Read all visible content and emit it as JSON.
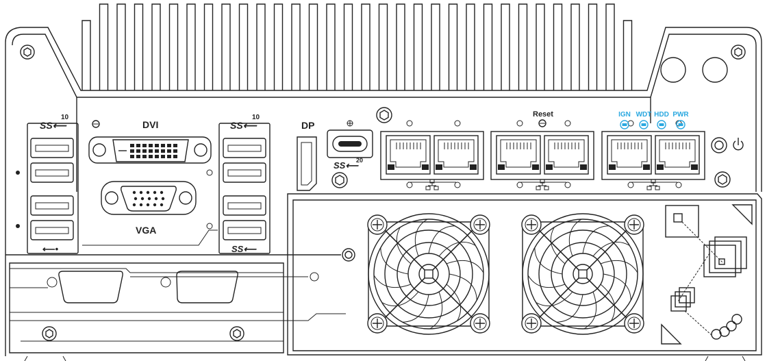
{
  "labels": {
    "dvi": "DVI",
    "vga": "VGA",
    "dp": "DP",
    "reset": "Reset",
    "usb_speed_10_left": "10",
    "usb_speed_10_right": "10",
    "usb_speed_20": "20"
  },
  "leds": [
    {
      "label": "IGN"
    },
    {
      "label": "WDT"
    },
    {
      "label": "HDD"
    },
    {
      "label": "PWR"
    }
  ],
  "colors": {
    "led_accent": "#2aa8e0",
    "line": "#222222",
    "background": "#ffffff"
  },
  "icons": {
    "usb_superspeed": "ss-usb-icon",
    "usb_standard": "usb-icon",
    "lan": "network-icon",
    "power": "power-icon",
    "screw": "hex-screw-icon"
  }
}
